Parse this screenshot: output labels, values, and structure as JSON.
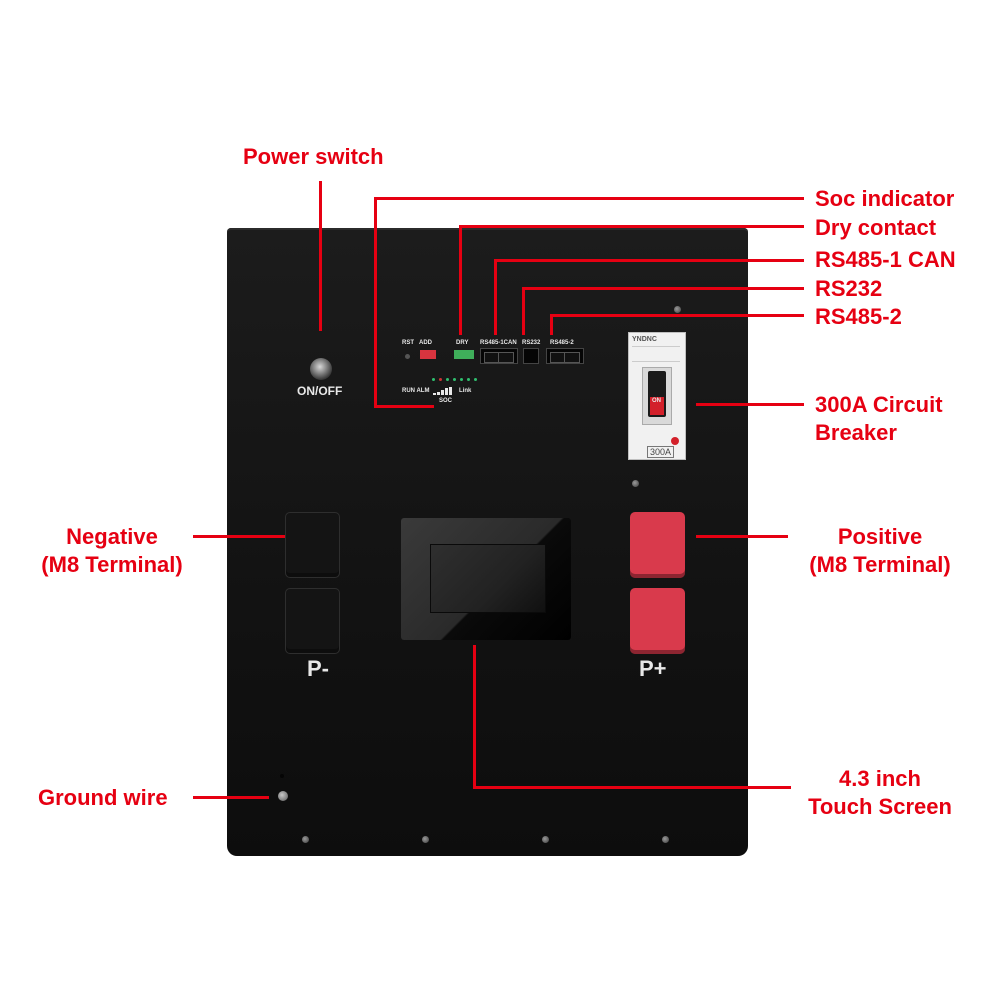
{
  "callouts": {
    "power_switch": "Power switch",
    "soc_indicator": "Soc indicator",
    "dry_contact": "Dry contact",
    "rs485_1_can": "RS485-1 CAN",
    "rs232": "RS232",
    "rs485_2": "RS485-2",
    "circuit_breaker_line1": "300A Circuit",
    "circuit_breaker_line2": "Breaker",
    "negative_line1": "Negative",
    "negative_line2": "(M8 Terminal)",
    "positive_line1": "Positive",
    "positive_line2": "(M8 Terminal)",
    "ground_wire": "Ground wire",
    "touch_screen_line1": "4.3 inch",
    "touch_screen_line2": "Touch Screen"
  },
  "panel": {
    "on_off": "ON/OFF",
    "rst": "RST",
    "add": "ADD",
    "dry": "DRY",
    "rs485_1can": "RS485-1CAN",
    "rs232": "RS232",
    "rs485_2": "RS485-2",
    "run_alm": "RUN ALM",
    "link": "Link",
    "soc": "SOC",
    "neg_label": "P-",
    "pos_label": "P+",
    "breaker_brand": "YNDNC",
    "breaker_on": "ON",
    "breaker_rating": "300A"
  },
  "colors": {
    "accent": "#e60012",
    "enclosure": "#141414",
    "positive_terminal": "#d93a4c"
  }
}
